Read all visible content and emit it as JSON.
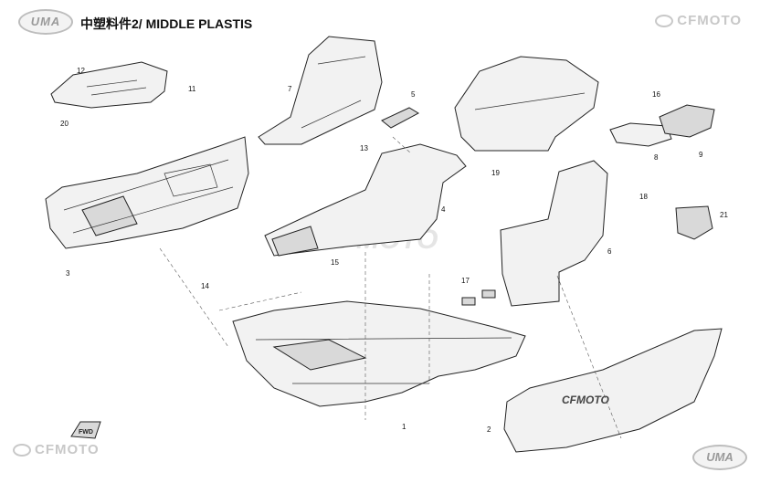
{
  "header": {
    "brand_left": "UMA",
    "title": "中塑料件2/ MIDDLE PLASTIS",
    "brand_right": "CFMOTO"
  },
  "footer": {
    "brand_left": "CFMOTO",
    "brand_right": "UMA"
  },
  "watermark": "CFMOTO",
  "part_logo_text": "CFMOTO",
  "fwd_text": "FWD",
  "callouts": {
    "c1": "1",
    "c2": "2",
    "c3": "3",
    "c4": "4",
    "c5": "5",
    "c6": "6",
    "c7": "7",
    "c8": "8",
    "c9": "9",
    "c11": "11",
    "c12": "12",
    "c13": "13",
    "c14": "14",
    "c15": "15",
    "c16": "16",
    "c17": "17",
    "c18": "18",
    "c19": "19",
    "c20": "20",
    "c21": "21"
  }
}
